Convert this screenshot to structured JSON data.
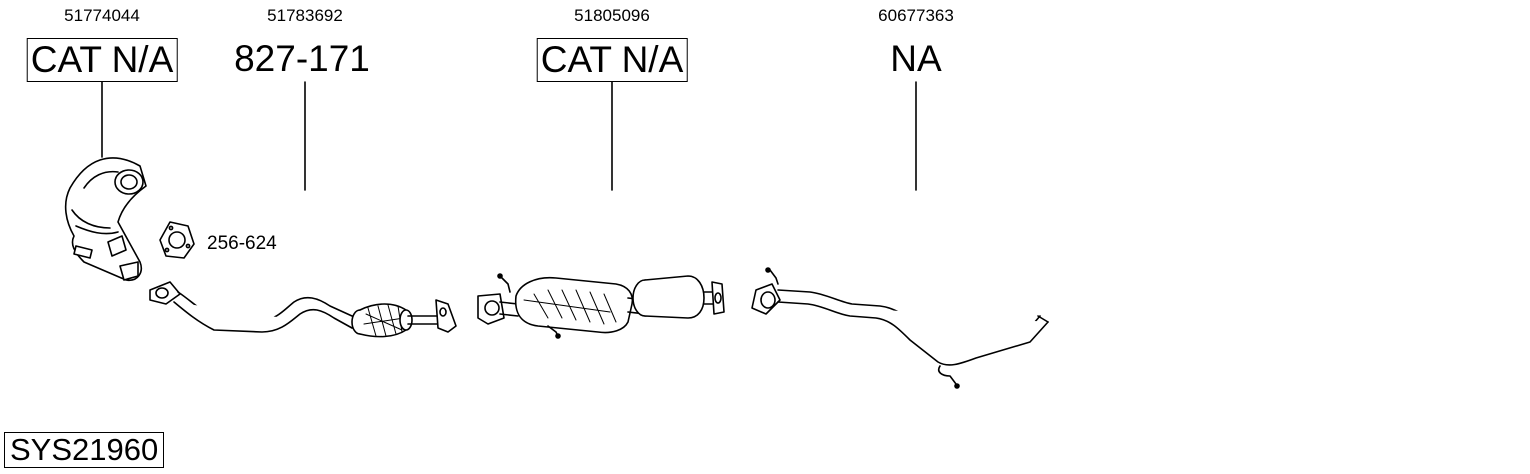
{
  "parts": [
    {
      "oe": "51774044",
      "part": "CAT N/A",
      "boxed": true
    },
    {
      "oe": "51783692",
      "part": "827-171",
      "boxed": false
    },
    {
      "oe": "51805096",
      "part": "CAT N/A",
      "boxed": true
    },
    {
      "oe": "60677363",
      "part": "NA",
      "boxed": false
    }
  ],
  "gasket": {
    "part": "256-624"
  },
  "system": {
    "code": "SYS21960"
  }
}
